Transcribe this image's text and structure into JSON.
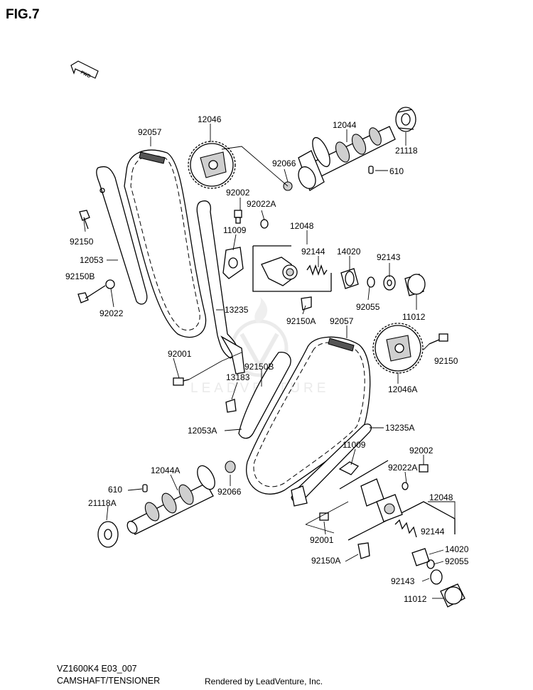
{
  "figure": {
    "title": "FIG.7",
    "fwd_marker": "FWD",
    "model_code": "VZ1600K4 E03_007",
    "section_title": "CAMSHAFT/TENSIONER",
    "rendered_by": "Rendered by LeadVenture, Inc.",
    "watermark": "LEADVENTURE"
  },
  "callouts": [
    "92057",
    "12046",
    "12044",
    "92066",
    "21118",
    "610",
    "92002",
    "92022A",
    "12048",
    "11009",
    "92150",
    "92144",
    "14020",
    "92143",
    "12053",
    "92150B",
    "92022",
    "92055",
    "11012",
    "13235",
    "92150A",
    "92057",
    "92001",
    "92150B",
    "13183",
    "92150",
    "12046A",
    "12053A",
    "13235A",
    "11009",
    "92002",
    "12044A",
    "92022A",
    "12048",
    "610",
    "92066",
    "21118A",
    "92144",
    "92001",
    "14020",
    "92150A",
    "92055",
    "92143",
    "11012"
  ]
}
